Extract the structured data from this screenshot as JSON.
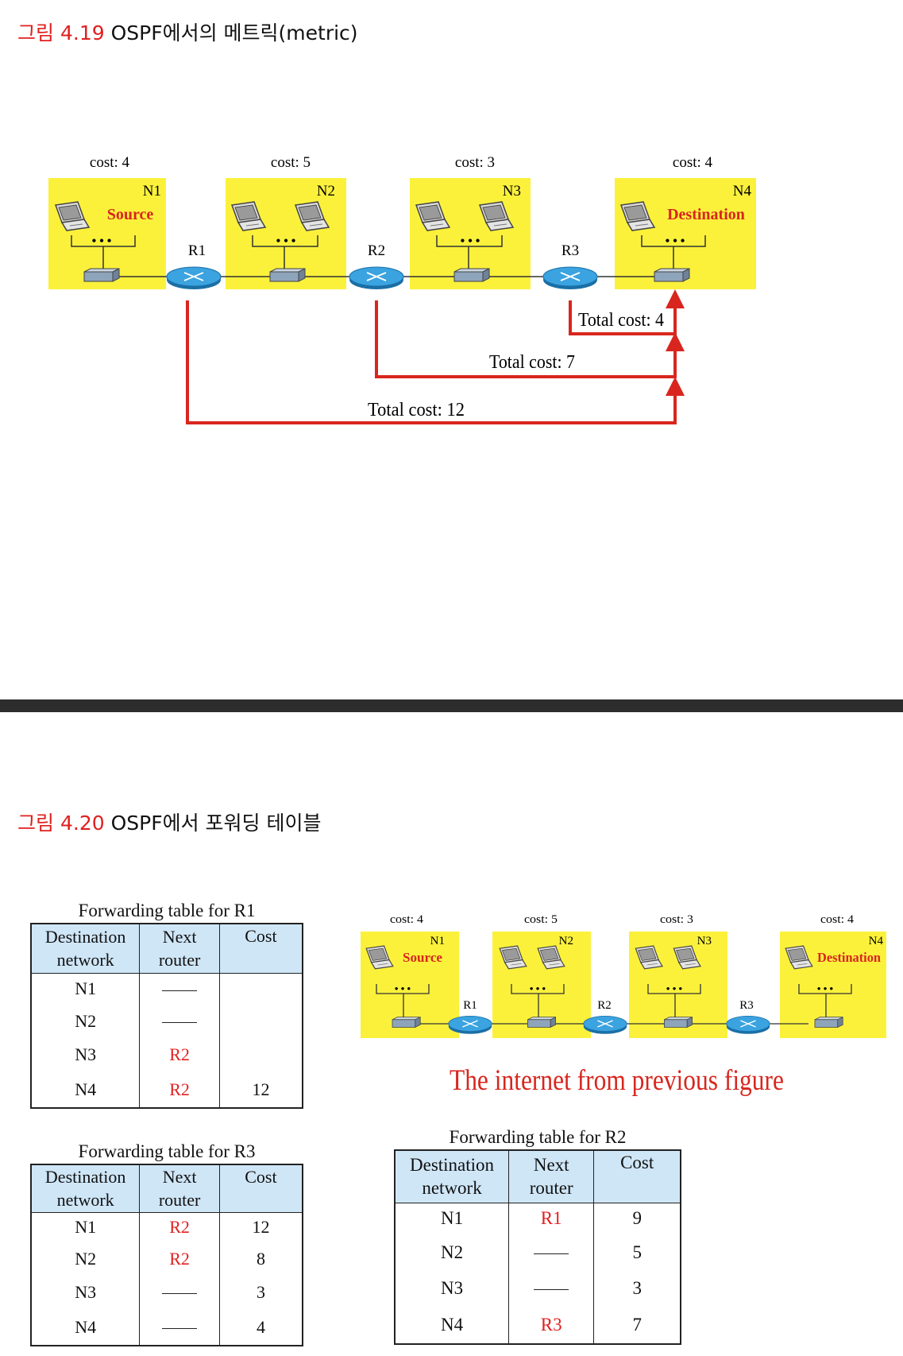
{
  "figure1": {
    "fig_label": "그림",
    "fig_number": "4.19",
    "fig_text": "OSPF에서의 메트릭(metric)",
    "networks": [
      {
        "name": "N1",
        "cost": "cost: 4",
        "role": "Source"
      },
      {
        "name": "N2",
        "cost": "cost: 5",
        "role": ""
      },
      {
        "name": "N3",
        "cost": "cost: 3",
        "role": ""
      },
      {
        "name": "N4",
        "cost": "cost: 4",
        "role": "Destination"
      }
    ],
    "routers": [
      "R1",
      "R2",
      "R3"
    ],
    "dots": "• • •",
    "total_costs": [
      "Total cost: 4",
      "Total cost: 7",
      "Total cost: 12"
    ]
  },
  "figure2": {
    "fig_label": "그림",
    "fig_number": "4.20",
    "fig_text": "OSPF에서 포워딩 테이블",
    "caption_prev": "The internet from previous figure",
    "headers": {
      "dest": [
        "Destination",
        "network"
      ],
      "next": [
        "Next",
        "router"
      ],
      "cost": "Cost"
    },
    "tables": {
      "r1": {
        "title": "Forwarding table for R1",
        "rows": [
          {
            "dest": "N1",
            "next": "",
            "cost": ""
          },
          {
            "dest": "N2",
            "next": "",
            "cost": ""
          },
          {
            "dest": "N3",
            "next": "R2",
            "cost": ""
          },
          {
            "dest": "N4",
            "next": "R2",
            "cost": "12"
          }
        ]
      },
      "r3": {
        "title": "Forwarding table for R3",
        "rows": [
          {
            "dest": "N1",
            "next": "R2",
            "cost": "12"
          },
          {
            "dest": "N2",
            "next": "R2",
            "cost": "8"
          },
          {
            "dest": "N3",
            "next": "",
            "cost": "3"
          },
          {
            "dest": "N4",
            "next": "",
            "cost": "4"
          }
        ]
      },
      "r2": {
        "title": "Forwarding table for R2",
        "rows": [
          {
            "dest": "N1",
            "next": "R1",
            "cost": "9"
          },
          {
            "dest": "N2",
            "next": "",
            "cost": "5"
          },
          {
            "dest": "N3",
            "next": "",
            "cost": "3"
          },
          {
            "dest": "N4",
            "next": "R3",
            "cost": "7"
          }
        ]
      }
    }
  },
  "colors": {
    "network_bg": "#fbf13b",
    "router": "#2b95d6",
    "arrow": "#d8261e",
    "table_header": "#cfe6f7"
  }
}
